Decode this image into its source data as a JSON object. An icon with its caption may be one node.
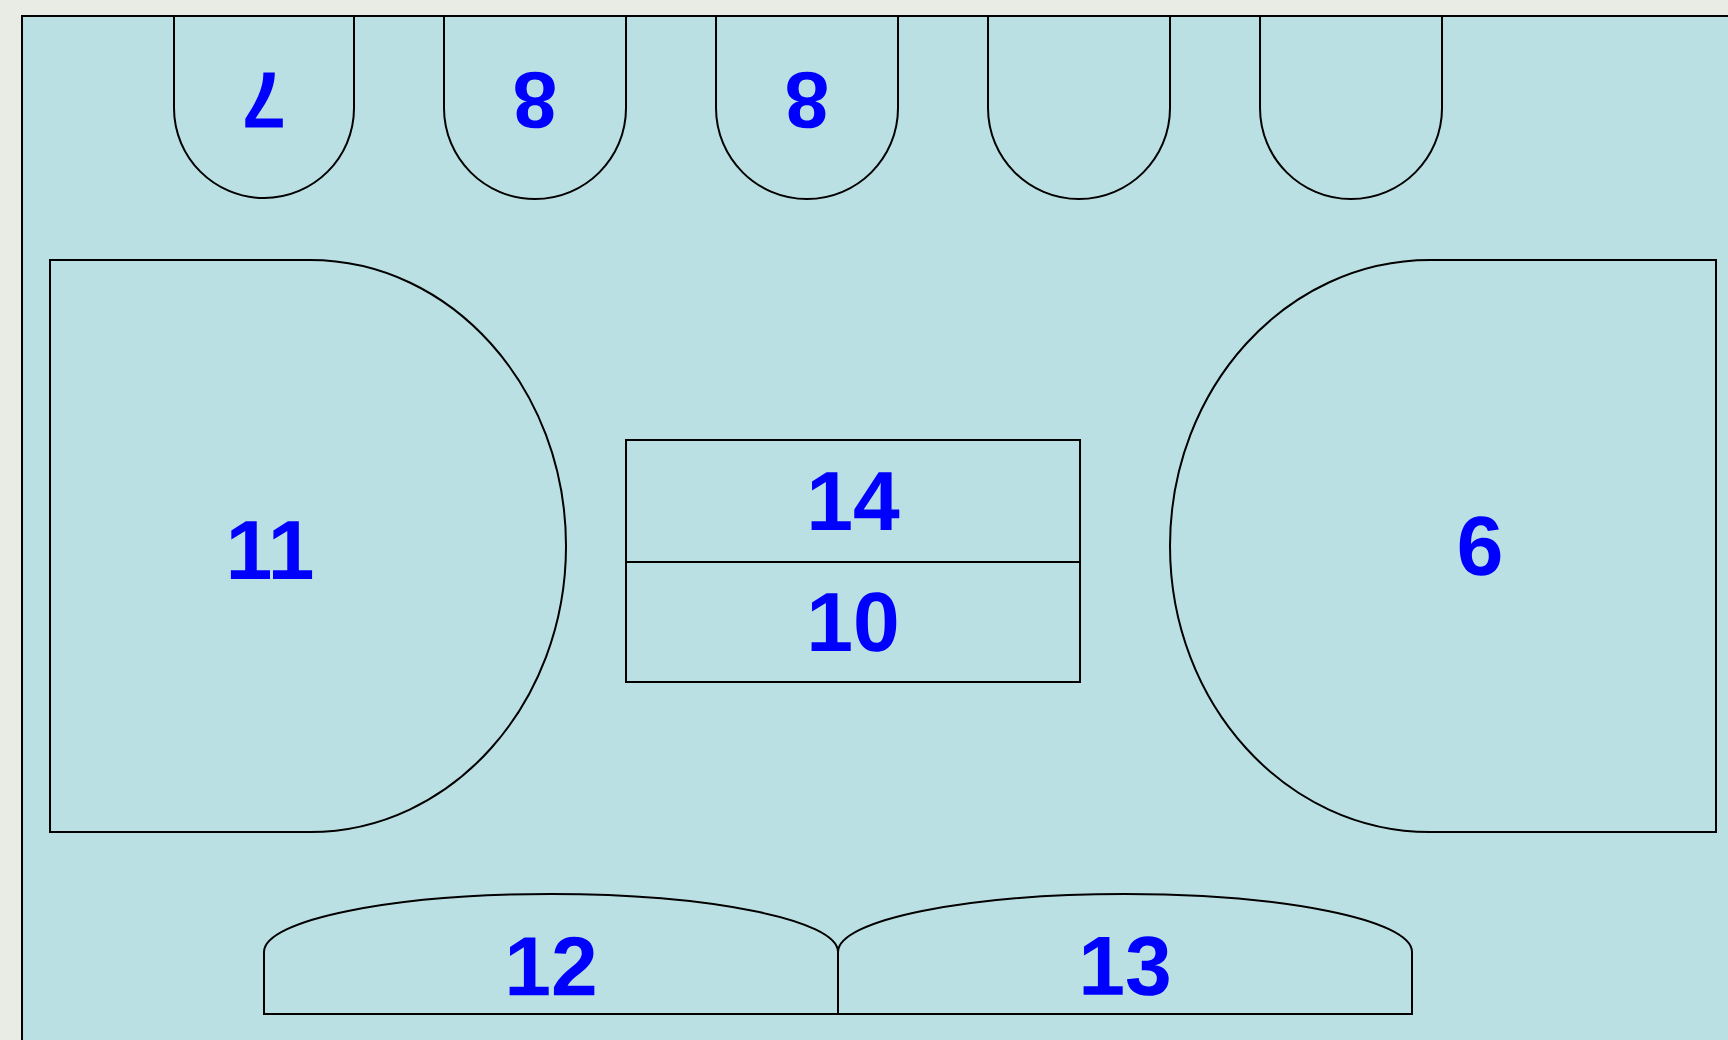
{
  "diagram": {
    "nodes": [
      {
        "text": [
          "7"
        ]
      },
      {
        "text": [
          "8"
        ]
      },
      {
        "text": [
          "8"
        ]
      },
      {
        "text": [],
        "shape": "box"
      },
      {
        "text": [],
        "shape": "box"
      },
      {
        "text": [
          "11"
        ]
      },
      {
        "text": [
          "14"
        ]
      },
      {
        "text": [
          "10"
        ]
      },
      {
        "text": [
          "6"
        ]
      },
      {
        "text": [
          "12"
        ]
      },
      {
        "text": [
          "13"
        ]
      }
    ]
  }
}
